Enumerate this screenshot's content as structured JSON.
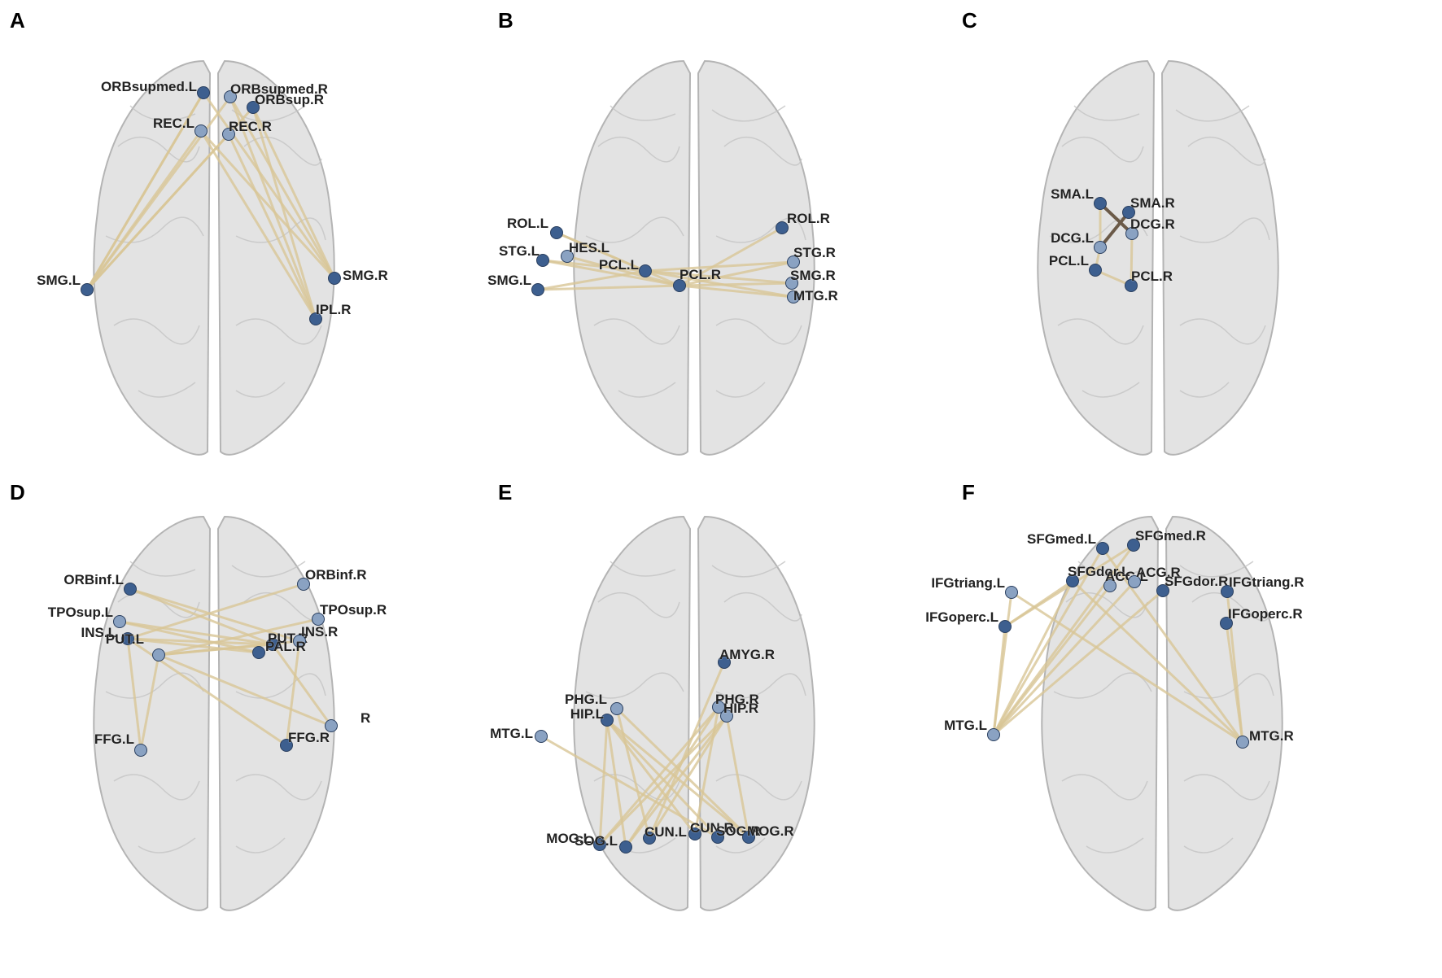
{
  "colors": {
    "brain_fill": "#dedede",
    "brain_stroke": "#b4b4b4",
    "edge": "#d8c596",
    "edge_dark": "#6b5a48",
    "node": "#3d5f8f",
    "node_light": "#8aa2c2",
    "label": "#222222"
  },
  "panels": [
    {
      "letter": "A",
      "nodes": [
        {
          "label": "ORBsupmed.L"
        },
        {
          "label": "ORBsupmed.R"
        },
        {
          "label": "ORBsup.R"
        },
        {
          "label": "REC.L"
        },
        {
          "label": "REC.R"
        },
        {
          "label": "SMG.L"
        },
        {
          "label": "SMG.R"
        },
        {
          "label": "IPL.R"
        }
      ]
    },
    {
      "letter": "B",
      "nodes": [
        {
          "label": "ROL.L"
        },
        {
          "label": "ROL.R"
        },
        {
          "label": "HES.L"
        },
        {
          "label": "STG.L"
        },
        {
          "label": "STG.R"
        },
        {
          "label": "PCL.L"
        },
        {
          "label": "PCL.R"
        },
        {
          "label": "SMG.L"
        },
        {
          "label": "SMG.R"
        },
        {
          "label": "MTG.R"
        }
      ]
    },
    {
      "letter": "C",
      "nodes": [
        {
          "label": "SMA.L"
        },
        {
          "label": "SMA.R"
        },
        {
          "label": "DCG.L"
        },
        {
          "label": "DCG.R"
        },
        {
          "label": "PCL.L"
        },
        {
          "label": "PCL.R"
        }
      ]
    },
    {
      "letter": "D",
      "nodes": [
        {
          "label": "ORBinf.L"
        },
        {
          "label": "ORBinf.R"
        },
        {
          "label": "TPOsup.L"
        },
        {
          "label": "TPOsup.R"
        },
        {
          "label": "INS.L"
        },
        {
          "label": "PUT.L"
        },
        {
          "label": "PUT.R"
        },
        {
          "label": "INS.R"
        },
        {
          "label": "PAL.R"
        },
        {
          "label": "FFG.L"
        },
        {
          "label": "FFG.R"
        },
        {
          "label": "R"
        }
      ]
    },
    {
      "letter": "E",
      "nodes": [
        {
          "label": "AMYG.R"
        },
        {
          "label": "PHG.L"
        },
        {
          "label": "HIP.L"
        },
        {
          "label": "PHG.R"
        },
        {
          "label": "HIP.R"
        },
        {
          "label": "MTG.L"
        },
        {
          "label": "MOG.L"
        },
        {
          "label": "SOG.L"
        },
        {
          "label": "CUN.L"
        },
        {
          "label": "CUN.R"
        },
        {
          "label": "SOG.R"
        },
        {
          "label": "MOG.R"
        }
      ]
    },
    {
      "letter": "F",
      "nodes": [
        {
          "label": "SFGmed.L"
        },
        {
          "label": "SFGmed.R"
        },
        {
          "label": "SFGdor.L"
        },
        {
          "label": "ACG.L"
        },
        {
          "label": "ACG.R"
        },
        {
          "label": "SFGdor.R"
        },
        {
          "label": "IFGtriang.L"
        },
        {
          "label": "IFGtriang.R"
        },
        {
          "label": "IFGoperc.L"
        },
        {
          "label": "IFGoperc.R"
        },
        {
          "label": "MTG.L"
        },
        {
          "label": "MTG.R"
        }
      ]
    }
  ]
}
